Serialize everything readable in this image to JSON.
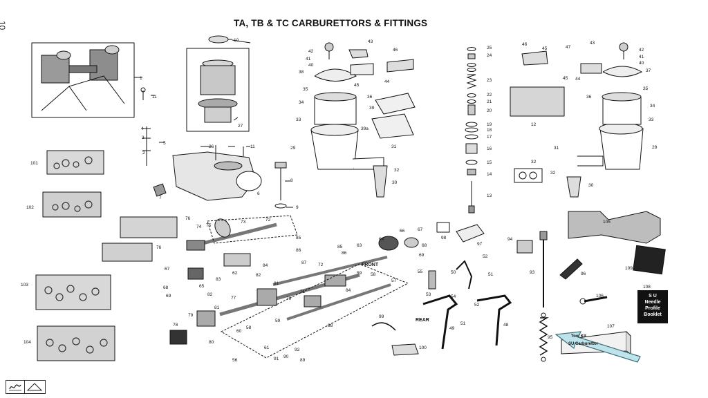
{
  "page": {
    "title": "TA, TB & TC CARBURETTORS & FITTINGS",
    "page_number": "10"
  },
  "labels": {
    "front": "FRONT",
    "rear": "REAR",
    "tool_kit": "Tool Kit",
    "tool_kit_sub": "SU Carburettor",
    "booklet_lines": [
      "S U",
      "Needle",
      "Profile",
      "Booklet"
    ]
  },
  "callouts": [
    "1",
    "2",
    "3",
    "4",
    "5",
    "6",
    "7",
    "8",
    "9",
    "10",
    "11",
    "12",
    "13",
    "14",
    "15",
    "16",
    "17",
    "18",
    "19",
    "20",
    "21",
    "22",
    "23",
    "24",
    "25",
    "26",
    "27",
    "28",
    "29",
    "30",
    "31",
    "32",
    "33",
    "34",
    "35",
    "36",
    "37",
    "38",
    "39",
    "39a",
    "40",
    "41",
    "42",
    "43",
    "44",
    "45",
    "46",
    "47",
    "48",
    "49",
    "50",
    "51",
    "52",
    "53",
    "54",
    "55",
    "56",
    "57",
    "58",
    "59",
    "60",
    "61",
    "62",
    "63",
    "64",
    "65",
    "66",
    "67",
    "68",
    "69",
    "70",
    "71",
    "72",
    "73",
    "74",
    "75",
    "76",
    "77",
    "78",
    "79",
    "80",
    "81",
    "82",
    "83",
    "84",
    "85",
    "86",
    "87",
    "88",
    "89",
    "90",
    "91",
    "92",
    "93",
    "94",
    "95",
    "96",
    "97",
    "98",
    "99",
    "100",
    "101",
    "102",
    "103",
    "104",
    "105",
    "106",
    "107",
    "108",
    "109"
  ],
  "colors": {
    "ink": "#111111",
    "arrow": "#bfe3ea",
    "arrow_outline": "#3a6f7a",
    "photo_grey": "#bdbdbd"
  },
  "corner_tool": {
    "icon_left": "signature-icon",
    "icon_right": "triangle-icon"
  }
}
